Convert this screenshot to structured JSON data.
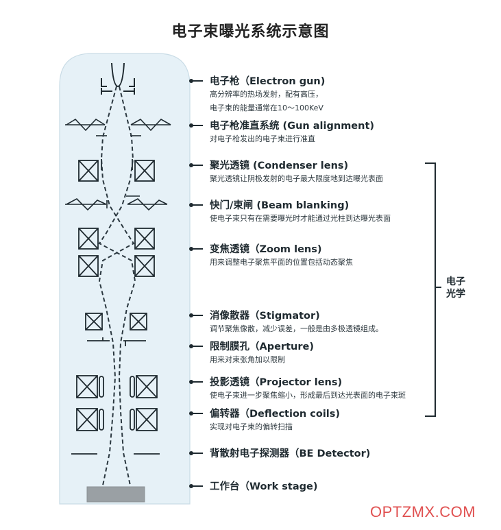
{
  "title": "电子束曝光系统示意图",
  "components": [
    {
      "name": "电子枪（Electron gun)",
      "desc": [
        "高分辨率的热场发射，配有高压，",
        "电子束的能量通常在10～100KeV"
      ]
    },
    {
      "name": "电子枪准直系统 (Gun alignment)",
      "desc": [
        "对电子枪发出的电子束进行准直"
      ]
    },
    {
      "name": "聚光透镜 (Condenser lens)",
      "desc": [
        "聚光透镜让阴极发射的电子最大限度地到达曝光表面"
      ]
    },
    {
      "name": "快门/束闸 (Beam blanking)",
      "desc": [
        "使电子束只有在需要曝光时才能通过光柱到达曝光表面"
      ]
    },
    {
      "name": "变焦透镜（Zoom lens)",
      "desc": [
        "用来调整电子聚焦平面的位置包括动态聚焦"
      ]
    },
    {
      "name": "消像散器（Stigmator)",
      "desc": [
        "调节聚焦像散，减少误差，一般是由多极透镜组成。"
      ]
    },
    {
      "name": "限制膜孔（Aperture)",
      "desc": [
        "用来对束张角加以限制"
      ]
    },
    {
      "name": "投影透镜（Projector lens)",
      "desc": [
        "使电子束进一步聚焦缩小，形成最后到达光表面的电子束斑"
      ]
    },
    {
      "name": "偏转器（Deflection coils)",
      "desc": [
        "实现对电子束的偏转扫描"
      ]
    },
    {
      "name": "背散射电子探测器（BE Detector)",
      "desc": []
    },
    {
      "name": "工作台（Work stage)",
      "desc": []
    }
  ],
  "group_label": "电子光学",
  "watermark": "OPTZMX.COM"
}
